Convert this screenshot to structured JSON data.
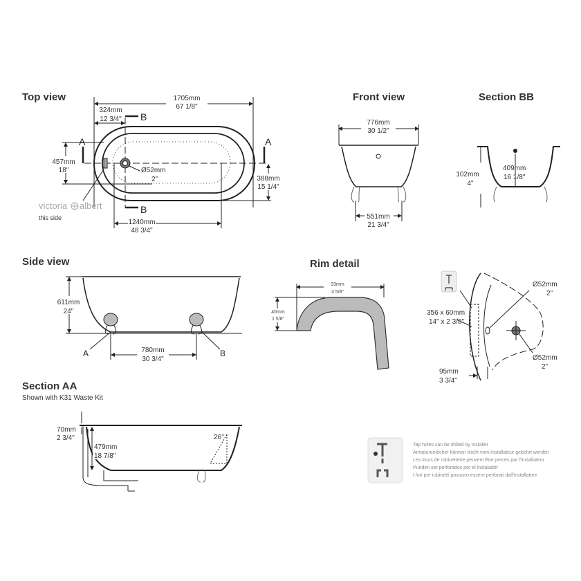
{
  "top_view": {
    "title": "Top view",
    "length_mm": "1705mm",
    "length_in": "67 1/8\"",
    "offset_mm": "324mm",
    "offset_in": "12 3/4\"",
    "width_mm": "457mm",
    "width_in": "18\"",
    "waste_mm": "Ø52mm",
    "waste_in": "2\"",
    "half_mm": "388mm",
    "half_in": "15 1/4\"",
    "inner_mm": "1240mm",
    "inner_in": "48 3/4\"",
    "section_a": "A",
    "section_b": "B",
    "logo_left": "victoria",
    "logo_right": "albert",
    "logo_note": "this side"
  },
  "front_view": {
    "title": "Front view",
    "top_mm": "776mm",
    "top_in": "30 1/2\"",
    "base_mm": "551mm",
    "base_in": "21 3/4\""
  },
  "section_bb": {
    "title": "Section BB",
    "rim_mm": "102mm",
    "rim_in": "4\"",
    "depth_mm": "409mm",
    "depth_in": "16 1/8\""
  },
  "side_view": {
    "title": "Side view",
    "height_mm": "611mm",
    "height_in": "24\"",
    "feet_mm": "780mm",
    "feet_in": "30 3/4\"",
    "label_a": "A",
    "label_b": "B"
  },
  "rim_detail": {
    "title": "Rim detail",
    "width_mm": "93mm",
    "width_in": "3 5/8\"",
    "height_mm": "40mm",
    "height_in": "1 5/8\""
  },
  "tap_detail": {
    "zone_mm": "356 x 60mm",
    "zone_in": "14\" x 2 3/8\"",
    "overflow_mm": "Ø52mm",
    "overflow_in": "2\"",
    "waste_mm": "Ø52mm",
    "waste_in": "2\"",
    "edge_mm": "95mm",
    "edge_in": "3 3/4\""
  },
  "section_aa": {
    "title": "Section AA",
    "subtitle": "Shown with K31 Waste Kit",
    "rim_mm": "70mm",
    "rim_in": "2 3/4\"",
    "depth_mm": "479mm",
    "depth_in": "18 7/8\"",
    "angle": "26°"
  },
  "notice": {
    "lines": [
      "Tap holes can be drilled by installer",
      "Armaturenlöcher können leicht vom Installateur gebohrt werden",
      "Les trous de robinetterie peuvent être percés par l'installateur",
      "Pueden ser perforados por el instalador",
      "I fori per rubinetti possono essere perforati dall'installatore"
    ]
  }
}
